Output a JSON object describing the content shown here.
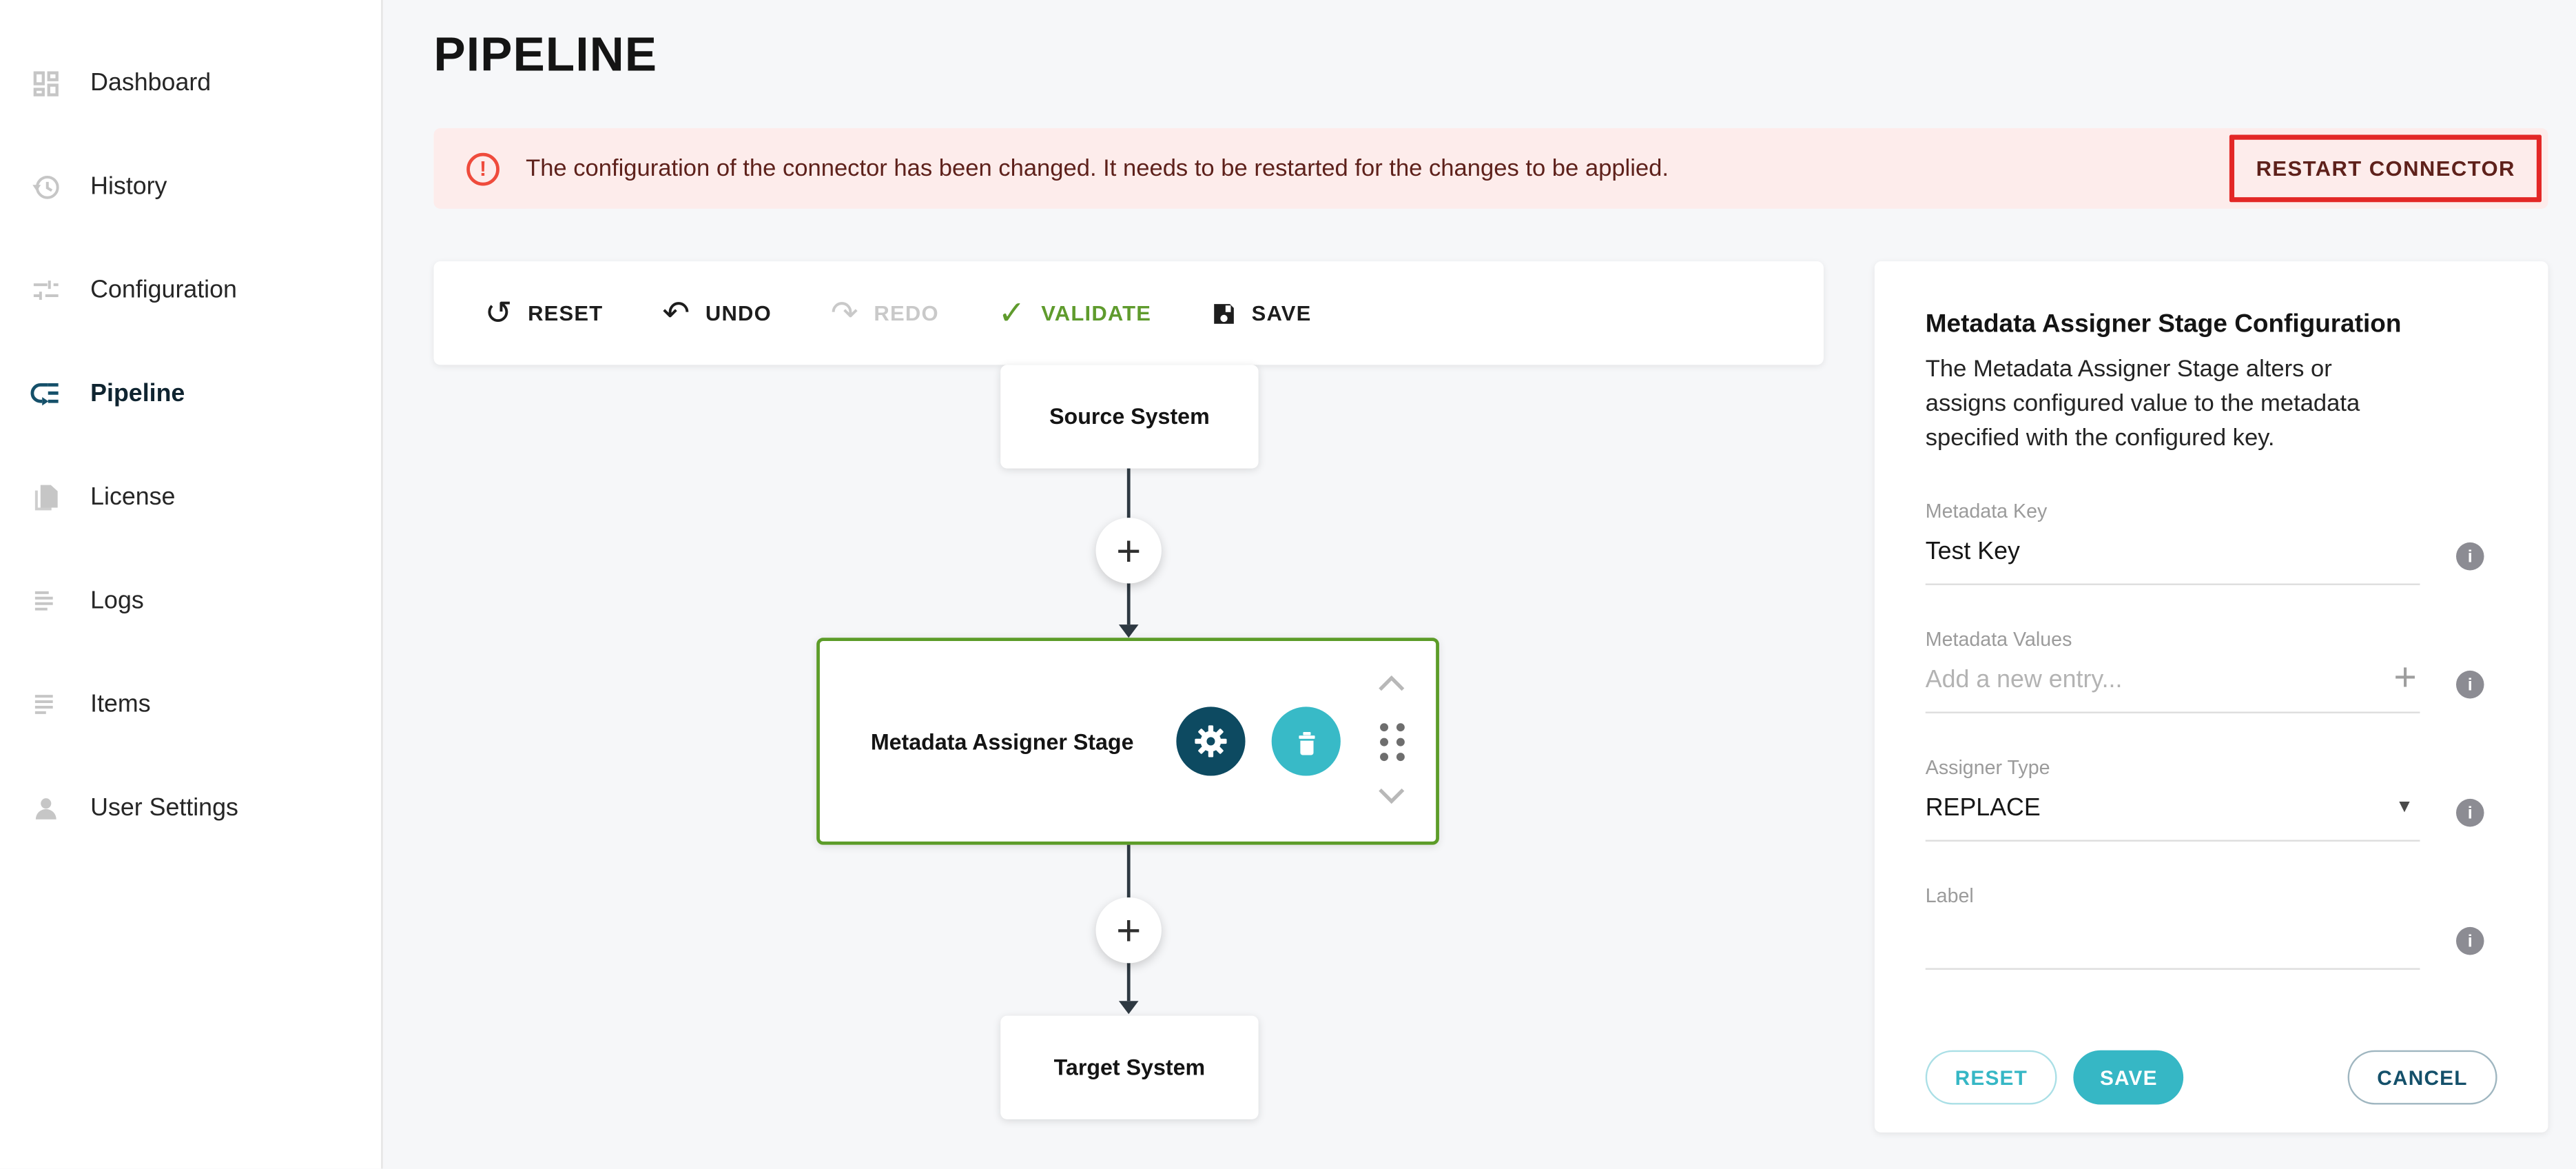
{
  "sidebar": {
    "items": [
      {
        "label": "Dashboard"
      },
      {
        "label": "History"
      },
      {
        "label": "Configuration"
      },
      {
        "label": "Pipeline"
      },
      {
        "label": "License"
      },
      {
        "label": "Logs"
      },
      {
        "label": "Items"
      },
      {
        "label": "User Settings"
      }
    ]
  },
  "header": {
    "title": "PIPELINE"
  },
  "banner": {
    "message": "The configuration of the connector has been changed. It needs to be restarted for the changes to be applied.",
    "action_label": "RESTART CONNECTOR"
  },
  "toolbar": {
    "reset_label": "RESET",
    "undo_label": "UNDO",
    "redo_label": "REDO",
    "validate_label": "VALIDATE",
    "save_label": "SAVE"
  },
  "diagram": {
    "source_label": "Source System",
    "stage_label": "Metadata Assigner Stage",
    "target_label": "Target System"
  },
  "panel": {
    "title": "Metadata Assigner Stage Configuration",
    "description": "The Metadata Assigner Stage alters or assigns configured value to the metadata specified with the configured key.",
    "fields": {
      "metadata_key": {
        "label": "Metadata Key",
        "value": "Test Key"
      },
      "metadata_values": {
        "label": "Metadata Values",
        "placeholder": "Add a new entry..."
      },
      "assigner_type": {
        "label": "Assigner Type",
        "value": "REPLACE"
      },
      "label_field": {
        "label": "Label",
        "value": ""
      }
    },
    "buttons": {
      "reset_label": "RESET",
      "save_label": "SAVE",
      "cancel_label": "CANCEL"
    }
  },
  "icons": {
    "plus": "+",
    "dropdown": "▼",
    "info": "i",
    "exclamation": "!",
    "reset": "↺",
    "undo": "↶",
    "redo": "↷",
    "check": "✓"
  },
  "colors": {
    "accent_teal": "#36b7c5",
    "dark_teal": "#0d4a61",
    "stage_green": "#5c9c28",
    "alert_red": "#ef4b3c",
    "annotation_red": "#e32726",
    "alert_bg": "#fdeceb",
    "alert_text": "#5e211b"
  }
}
